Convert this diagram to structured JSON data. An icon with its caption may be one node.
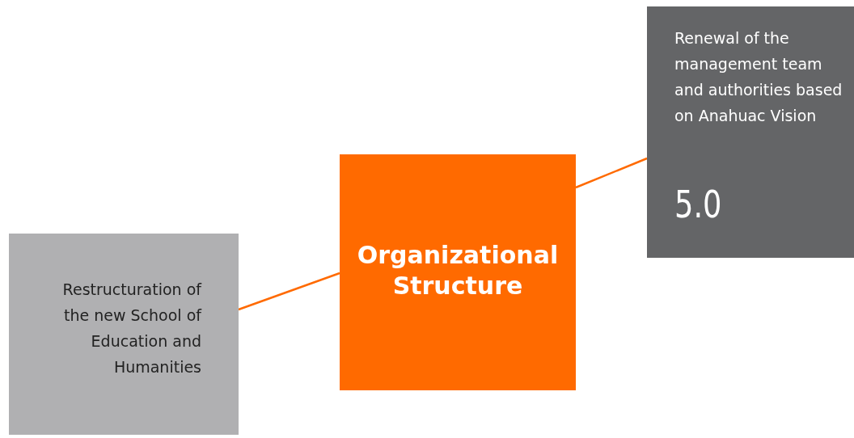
{
  "diagram": {
    "nodes": [
      {
        "text": [
          "Organizational Structure"
        ]
      },
      {
        "text": [
          "Restructuration of the new School of Education and Humanities"
        ]
      },
      {
        "text": [
          "Renewal of the management team and authorities based on Anahuac Vision",
          "5.0"
        ]
      }
    ],
    "edges": [
      {
        "from": 0,
        "to": 1,
        "arrow": "none"
      },
      {
        "from": 0,
        "to": 2,
        "arrow": "none"
      }
    ]
  }
}
